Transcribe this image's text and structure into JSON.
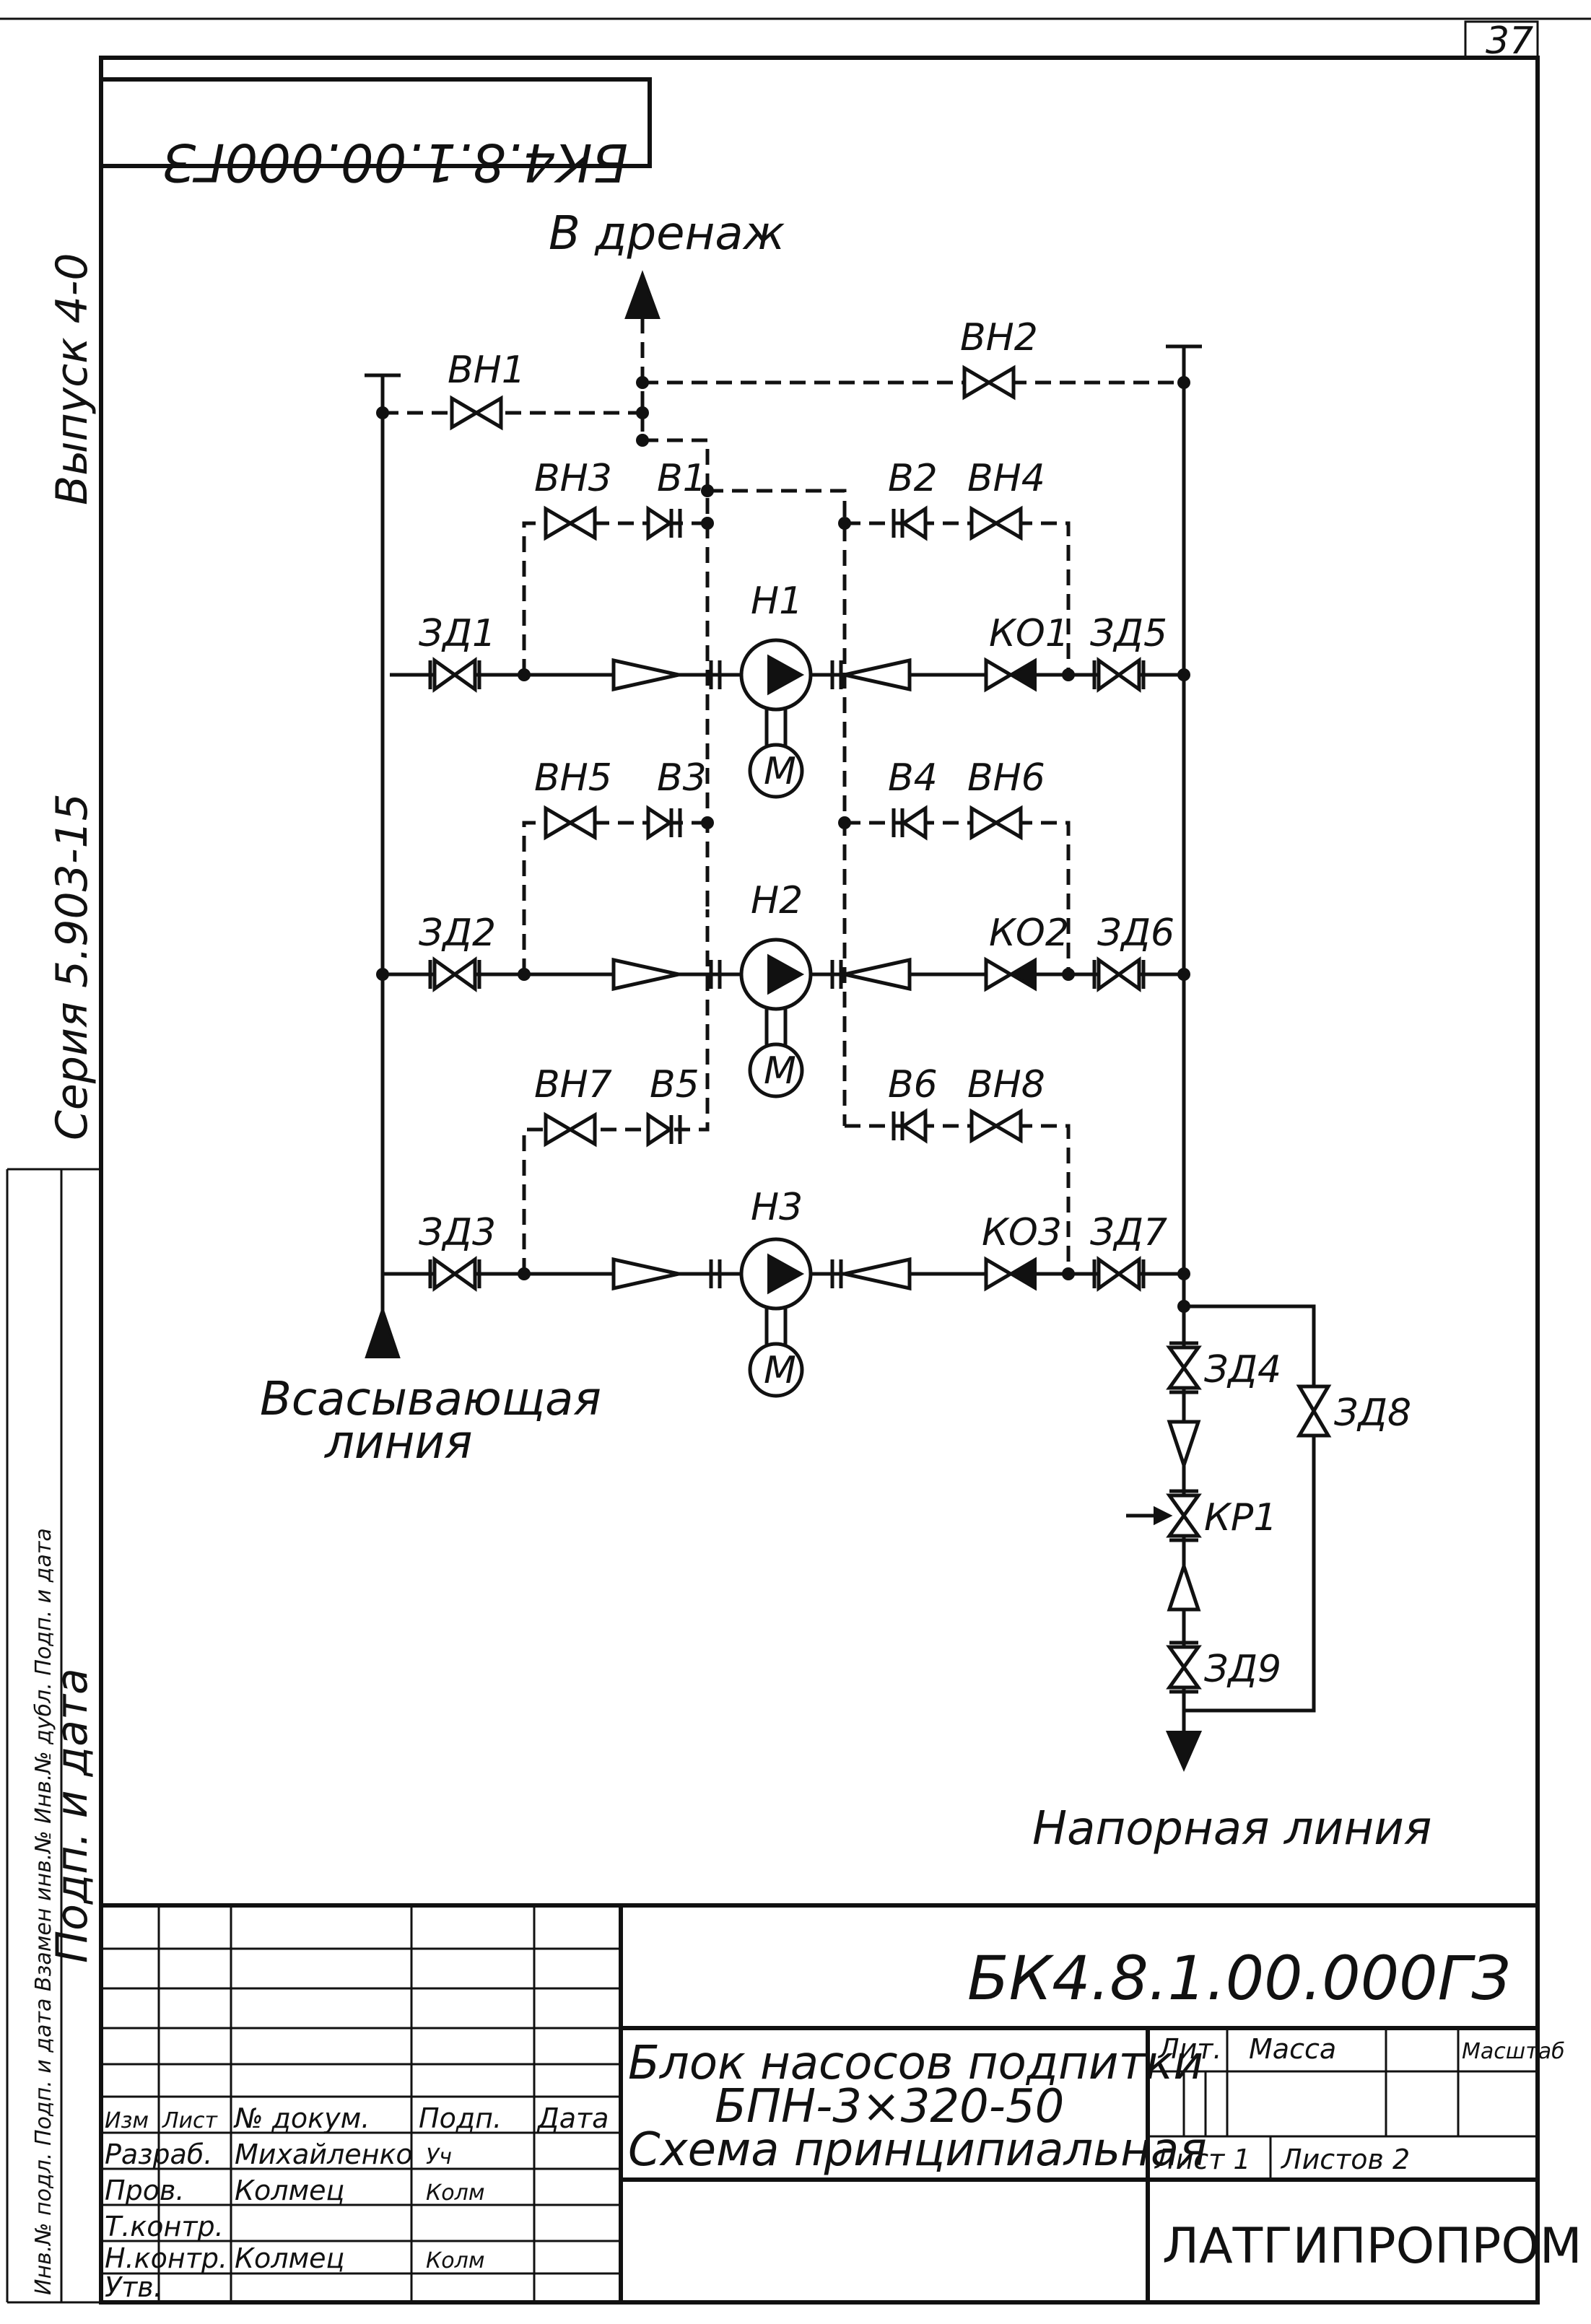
{
  "sheet_number": "37",
  "designation_rotated": "БК4.8.1.00.000ГЗ",
  "side_labels": {
    "issue": "Выпуск 4-0",
    "series": "Серия 5.903-15",
    "stamp_inv": "Инв.№ подл. Подп. и дата Взамен инв.№ Инв.№ дубл. Подп. и дата",
    "podp_i_data": "Подп. и дата"
  },
  "diagram": {
    "drain_label": "В дренаж",
    "suction_line_1": "Всасывающая",
    "suction_line_2": "линия",
    "pressure_line": "Напорная линия",
    "pumps": [
      "Н1",
      "Н2",
      "Н3"
    ],
    "motor_label": "М",
    "valves": {
      "vn1": "ВН1",
      "vn2": "ВН2",
      "vn3": "ВН3",
      "vn4": "ВН4",
      "vn5": "ВН5",
      "vn6": "ВН6",
      "vn7": "ВН7",
      "vn8": "ВН8",
      "v1": "В1",
      "v2": "В2",
      "v3": "В3",
      "v4": "В4",
      "v5": "В5",
      "v6": "В6",
      "zd1": "ЗД1",
      "zd2": "ЗД2",
      "zd3": "ЗД3",
      "zd4": "ЗД4",
      "zd5": "ЗД5",
      "zd6": "ЗД6",
      "zd7": "ЗД7",
      "zd8": "ЗД8",
      "zd9": "ЗД9",
      "ko1": "КО1",
      "ko2": "КО2",
      "ko3": "КО3",
      "kr1": "КР1"
    }
  },
  "title_block": {
    "designation": "БК4.8.1.00.000ГЗ",
    "name_line1": "Блок насосов подпитки",
    "name_line2": "БПН-3×320-50",
    "name_line3": "Схема принципиальная",
    "col_izm": "Изм",
    "col_list": "Лист",
    "col_doc": "№ докум.",
    "col_podp": "Подп.",
    "col_data": "Дата",
    "row_razrab": "Разраб.",
    "row_prov": "Пров.",
    "row_tkontr": "Т.контр.",
    "row_nkontr": "Н.контр.",
    "row_utv": "Утв.",
    "razrab_name": "Михайленко",
    "prov_name": "Колмец",
    "nkontr_name": "Колмец",
    "sig1": "Уч",
    "sig2": "Колм",
    "sig3": "Колм",
    "lit": "Лит.",
    "massa": "Масса",
    "masshtab": "Масштаб",
    "sheet": "Лист 1",
    "sheets": "Листов 2",
    "org": "ЛАТГИПРОПРОМ"
  }
}
